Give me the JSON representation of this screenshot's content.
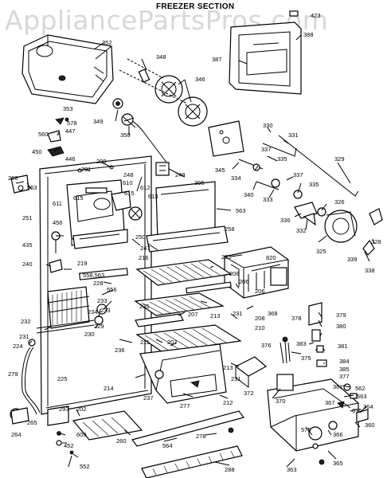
{
  "watermark": "AppliancePartsPros.com",
  "title": "FREEZER SECTION",
  "parts": [
    {
      "id": "p352",
      "num": "352"
    },
    {
      "id": "p353",
      "num": "353"
    },
    {
      "id": "p348",
      "num": "348"
    },
    {
      "id": "p346",
      "num": "346"
    },
    {
      "id": "p349",
      "num": "349"
    },
    {
      "id": "p350",
      "num": "350"
    },
    {
      "id": "p423",
      "num": "423"
    },
    {
      "id": "p388",
      "num": "388"
    },
    {
      "id": "p387",
      "num": "387"
    },
    {
      "id": "p578",
      "num": "578"
    },
    {
      "id": "p560",
      "num": "560"
    },
    {
      "id": "p447",
      "num": "447"
    },
    {
      "id": "p450",
      "num": "450"
    },
    {
      "id": "p446",
      "num": "446"
    },
    {
      "id": "p201",
      "num": "201"
    },
    {
      "id": "p200",
      "num": "200"
    },
    {
      "id": "p248",
      "num": "248"
    },
    {
      "id": "p249",
      "num": "249"
    },
    {
      "id": "p268",
      "num": "268"
    },
    {
      "id": "p563a",
      "num": "563"
    },
    {
      "id": "p251",
      "num": "251"
    },
    {
      "id": "p611",
      "num": "611"
    },
    {
      "id": "p615a",
      "num": "615"
    },
    {
      "id": "p610",
      "num": "610"
    },
    {
      "id": "p615b",
      "num": "615"
    },
    {
      "id": "p612",
      "num": "612"
    },
    {
      "id": "p613",
      "num": "613"
    },
    {
      "id": "p395",
      "num": "395"
    },
    {
      "id": "p563b",
      "num": "563"
    },
    {
      "id": "p330",
      "num": "330"
    },
    {
      "id": "p331",
      "num": "331"
    },
    {
      "id": "p345",
      "num": "345"
    },
    {
      "id": "p337a",
      "num": "337"
    },
    {
      "id": "p334",
      "num": "334"
    },
    {
      "id": "p335a",
      "num": "335"
    },
    {
      "id": "p340",
      "num": "340"
    },
    {
      "id": "p333",
      "num": "333"
    },
    {
      "id": "p329",
      "num": "329"
    },
    {
      "id": "p337b",
      "num": "337"
    },
    {
      "id": "p335b",
      "num": "335"
    },
    {
      "id": "p326",
      "num": "326"
    },
    {
      "id": "p336",
      "num": "336"
    },
    {
      "id": "p332",
      "num": "332"
    },
    {
      "id": "p325",
      "num": "325"
    },
    {
      "id": "p328",
      "num": "328"
    },
    {
      "id": "p339",
      "num": "339"
    },
    {
      "id": "p338",
      "num": "338"
    },
    {
      "id": "p456",
      "num": "456"
    },
    {
      "id": "p435",
      "num": "435"
    },
    {
      "id": "p250",
      "num": "250"
    },
    {
      "id": "p258",
      "num": "258"
    },
    {
      "id": "p247",
      "num": "247"
    },
    {
      "id": "p216",
      "num": "216"
    },
    {
      "id": "p820",
      "num": "820"
    },
    {
      "id": "p240",
      "num": "240"
    },
    {
      "id": "p219",
      "num": "219"
    },
    {
      "id": "p235a",
      "num": "235"
    },
    {
      "id": "p208a",
      "num": "208"
    },
    {
      "id": "p558",
      "num": "558,563"
    },
    {
      "id": "p228",
      "num": "228"
    },
    {
      "id": "p556",
      "num": "556"
    },
    {
      "id": "p233a",
      "num": "233"
    },
    {
      "id": "p234",
      "num": "234"
    },
    {
      "id": "p233b",
      "num": "233"
    },
    {
      "id": "p232",
      "num": "232"
    },
    {
      "id": "p229",
      "num": "229"
    },
    {
      "id": "p230",
      "num": "230"
    },
    {
      "id": "p235b",
      "num": "235"
    },
    {
      "id": "p207a",
      "num": "207"
    },
    {
      "id": "p213a",
      "num": "213"
    },
    {
      "id": "p206a",
      "num": "206"
    },
    {
      "id": "p206b",
      "num": "206"
    },
    {
      "id": "p231a",
      "num": "231"
    },
    {
      "id": "p208b",
      "num": "208"
    },
    {
      "id": "p210",
      "num": "210"
    },
    {
      "id": "p368",
      "num": "368"
    },
    {
      "id": "p378",
      "num": "378"
    },
    {
      "id": "p379",
      "num": "379"
    },
    {
      "id": "p380",
      "num": "380"
    },
    {
      "id": "p376",
      "num": "376"
    },
    {
      "id": "p383",
      "num": "383"
    },
    {
      "id": "p381",
      "num": "381"
    },
    {
      "id": "p375",
      "num": "375"
    },
    {
      "id": "p384",
      "num": "384"
    },
    {
      "id": "p385",
      "num": "385"
    },
    {
      "id": "p377",
      "num": "377"
    },
    {
      "id": "p231b",
      "num": "231"
    },
    {
      "id": "p224",
      "num": "224"
    },
    {
      "id": "p211",
      "num": "211"
    },
    {
      "id": "p207b",
      "num": "207"
    },
    {
      "id": "p213b",
      "num": "213"
    },
    {
      "id": "p236",
      "num": "236"
    },
    {
      "id": "p231c",
      "num": "231"
    },
    {
      "id": "p372",
      "num": "372"
    },
    {
      "id": "p279",
      "num": "279"
    },
    {
      "id": "p225",
      "num": "225"
    },
    {
      "id": "p214",
      "num": "214"
    },
    {
      "id": "p237",
      "num": "237"
    },
    {
      "id": "p277",
      "num": "277"
    },
    {
      "id": "p212",
      "num": "212"
    },
    {
      "id": "p370",
      "num": "370"
    },
    {
      "id": "p361",
      "num": "361"
    },
    {
      "id": "p562",
      "num": "562"
    },
    {
      "id": "p563c",
      "num": "563"
    },
    {
      "id": "p367",
      "num": "367"
    },
    {
      "id": "p675",
      "num": "675"
    },
    {
      "id": "p364",
      "num": "364"
    },
    {
      "id": "p293",
      "num": "293"
    },
    {
      "id": "p202",
      "num": "202"
    },
    {
      "id": "p265",
      "num": "265"
    },
    {
      "id": "p264",
      "num": "264"
    },
    {
      "id": "p609",
      "num": "609"
    },
    {
      "id": "p452",
      "num": "452"
    },
    {
      "id": "p260",
      "num": "260"
    },
    {
      "id": "p564",
      "num": "564"
    },
    {
      "id": "p278",
      "num": "278"
    },
    {
      "id": "p575",
      "num": "575"
    },
    {
      "id": "p366",
      "num": "366"
    },
    {
      "id": "p360",
      "num": "360"
    },
    {
      "id": "p365",
      "num": "365"
    },
    {
      "id": "p552",
      "num": "552"
    },
    {
      "id": "p288",
      "num": "288"
    },
    {
      "id": "p363",
      "num": "363"
    }
  ]
}
